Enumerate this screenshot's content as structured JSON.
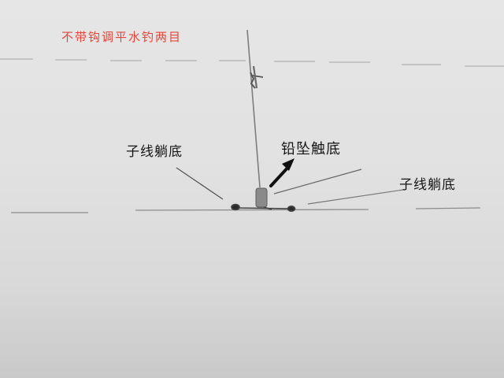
{
  "title": "不带钩调平水钓两目",
  "labels": {
    "hook_line_left": "子线躺底",
    "sinker": "铅坠触底",
    "hook_line_right": "子线躺底"
  },
  "colors": {
    "title": "#e5453a",
    "ink": "#151515",
    "paper": "#e2e2e2"
  }
}
